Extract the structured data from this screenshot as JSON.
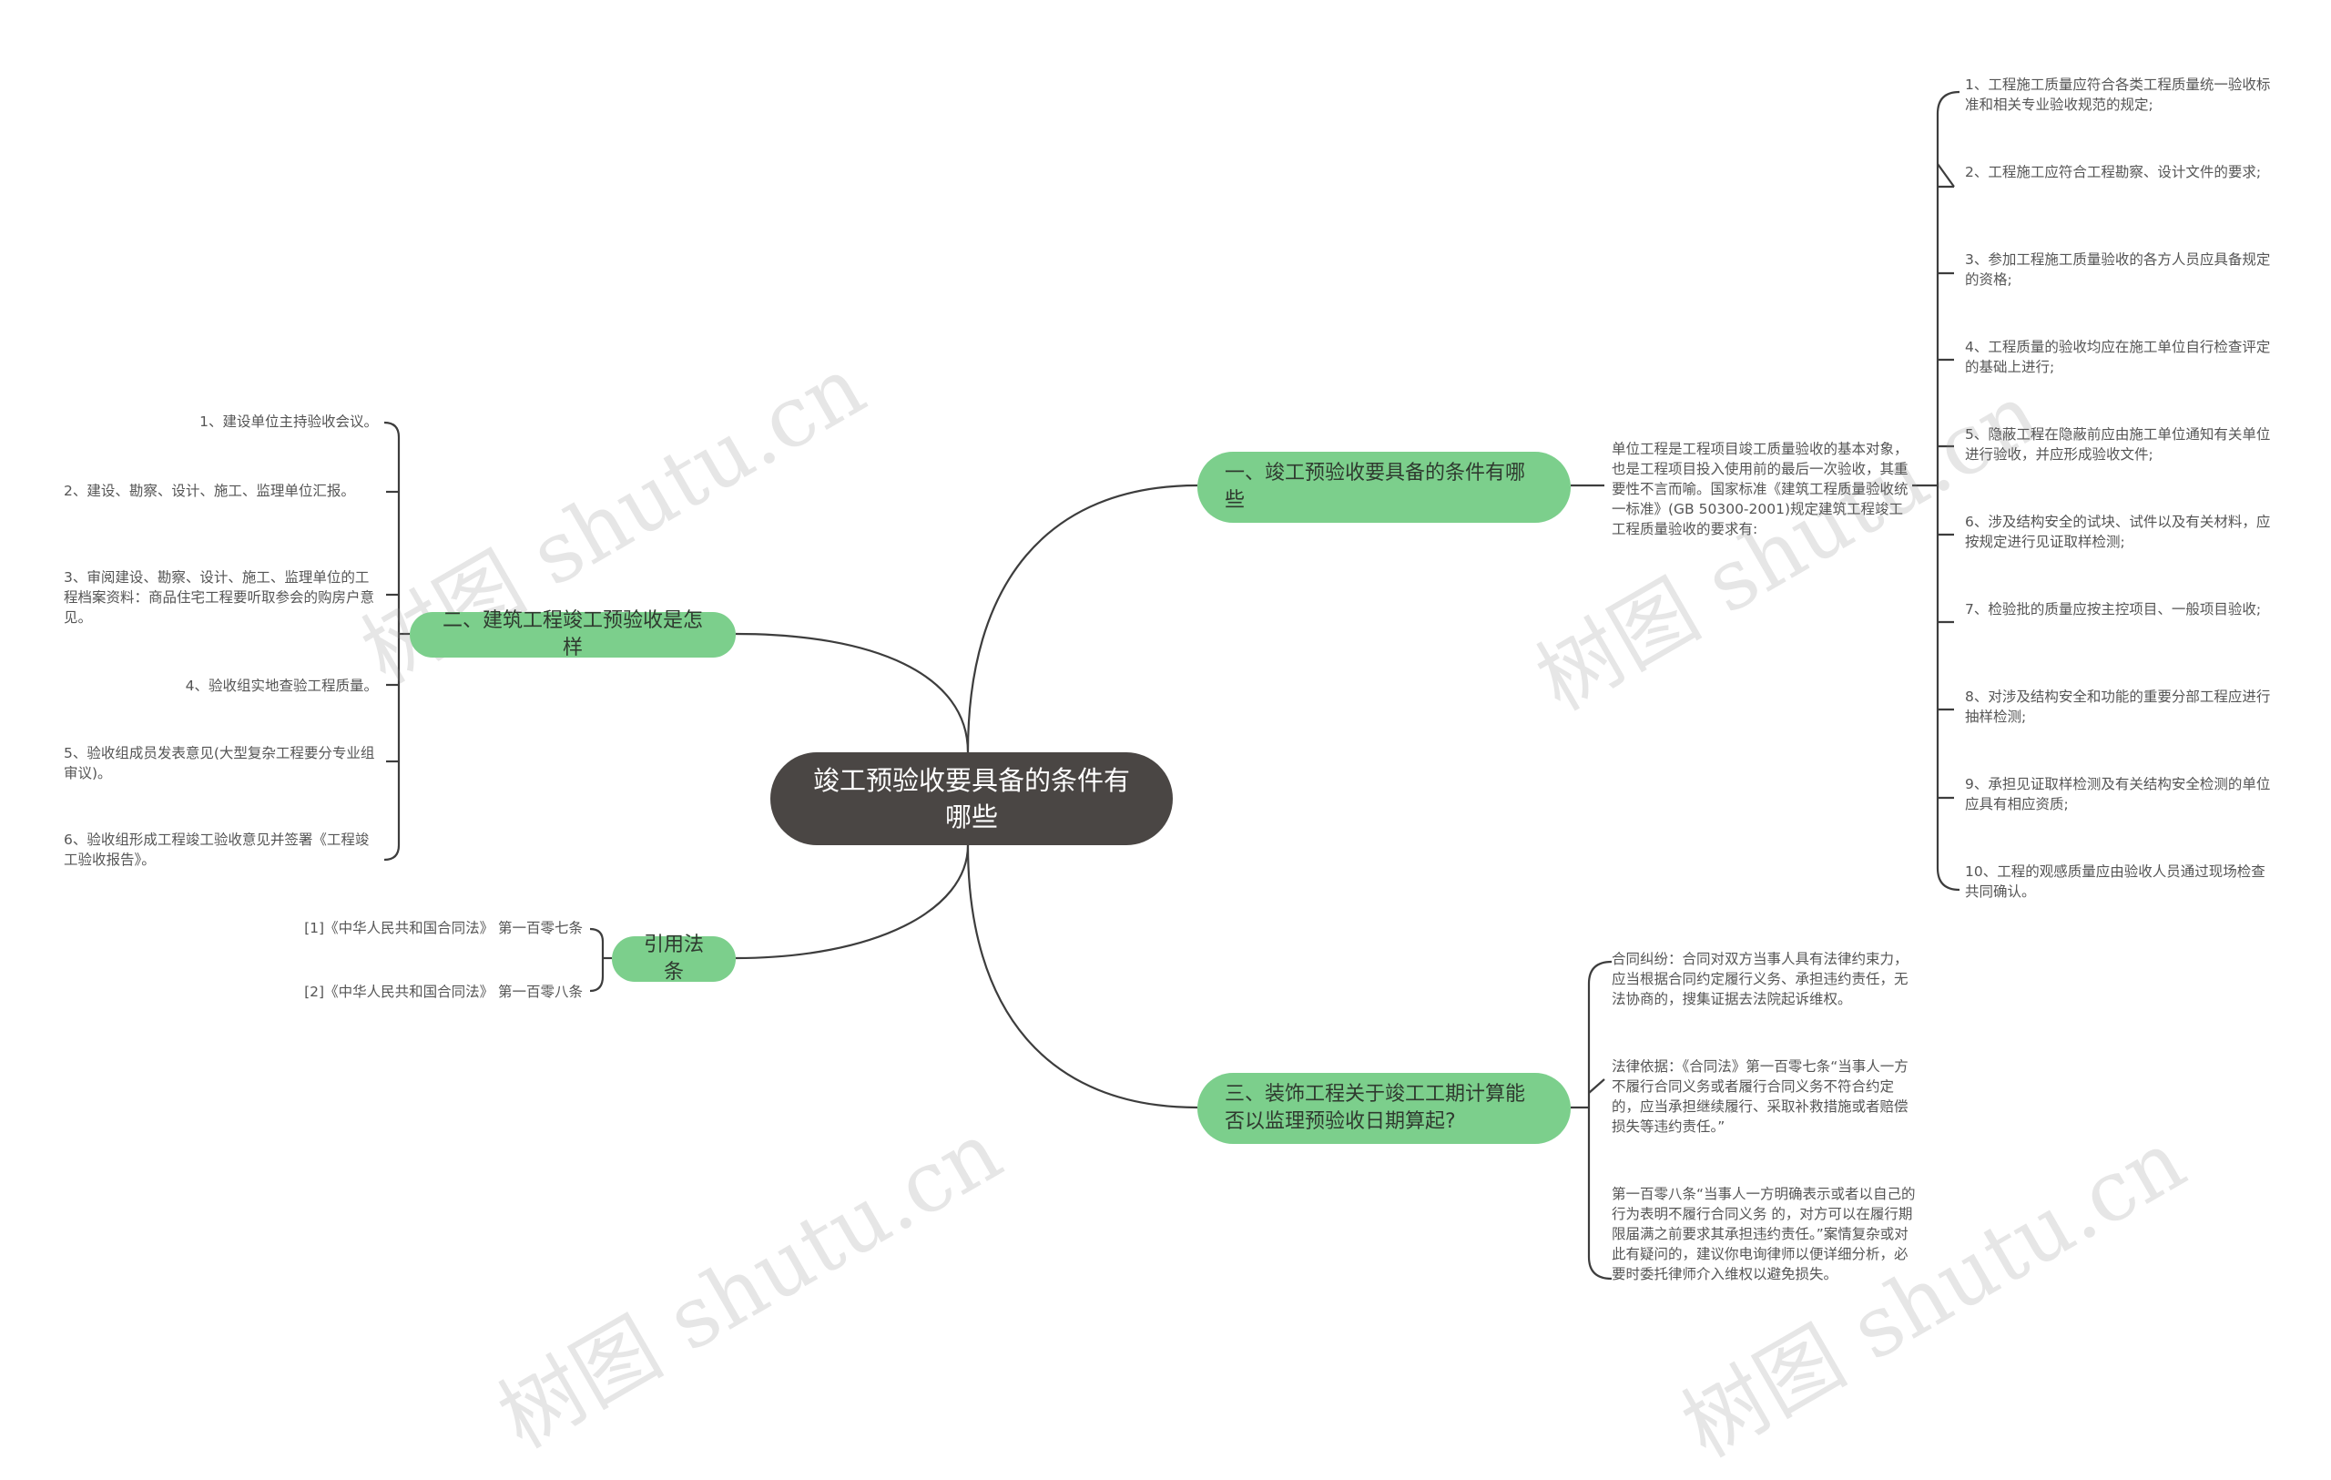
{
  "root": {
    "title": "竣工预验收要具备的条件有哪些"
  },
  "branches": {
    "b1": {
      "title": "一、竣工预验收要具备的条件有哪些",
      "intro": "单位工程是工程项目竣工质量验收的基本对象，也是工程项目投入使用前的最后一次验收，其重要性不言而喻。国家标准《建筑工程质量验收统一标准》(GB 50300-2001)规定建筑工程竣工工程质量验收的要求有:",
      "items": [
        "1、工程施工质量应符合各类工程质量统一验收标准和相关专业验收规范的规定;",
        "2、工程施工应符合工程勘察、设计文件的要求;",
        "3、参加工程施工质量验收的各方人员应具备规定的资格;",
        "4、工程质量的验收均应在施工单位自行检查评定的基础上进行;",
        "5、隐蔽工程在隐蔽前应由施工单位通知有关单位进行验收，并应形成验收文件;",
        "6、涉及结构安全的试块、试件以及有关材料，应按规定进行见证取样检测;",
        "7、检验批的质量应按主控项目、一般项目验收;",
        "8、对涉及结构安全和功能的重要分部工程应进行抽样检测;",
        "9、承担见证取样检测及有关结构安全检测的单位应具有相应资质;",
        "10、工程的观感质量应由验收人员通过现场检查共同确认。"
      ]
    },
    "b2": {
      "title": "二、建筑工程竣工预验收是怎样",
      "items": [
        "1、建设单位主持验收会议。",
        "2、建设、勘察、设计、施工、监理单位汇报。",
        "3、审阅建设、勘察、设计、施工、监理单位的工程档案资料：商品住宅工程要听取参会的购房户意见。",
        "4、验收组实地查验工程质量。",
        "5、验收组成员发表意见(大型复杂工程要分专业组审议)。",
        "6、验收组形成工程竣工验收意见并签署《工程竣工验收报告》。"
      ]
    },
    "b3": {
      "title": "三、装饰工程关于竣工工期计算能否以监理预验收日期算起?",
      "items": [
        "合同纠纷：合同对双方当事人具有法律约束力，应当根据合同约定履行义务、承担违约责任，无法协商的，搜集证据去法院起诉维权。",
        "法律依据：《合同法》第一百零七条“当事人一方不履行合同义务或者履行合同义务不符合约定的，应当承担继续履行、采取补救措施或者赔偿损失等违约责任。”",
        "第一百零八条“当事人一方明确表示或者以自己的行为表明不履行合同义务 的，对方可以在履行期限届满之前要求其承担违约责任。”案情复杂或对此有疑问的，建议你电询律师以便详细分析，必要时委托律师介入维权以避免损失。"
      ]
    },
    "b4": {
      "title": "引用法条",
      "items": [
        "[1]《中华人民共和国合同法》 第一百零七条",
        "[2]《中华人民共和国合同法》 第一百零八条"
      ]
    }
  },
  "watermark": "树图 shutu.cn",
  "colors": {
    "root": "#4a4644",
    "branch": "#7ccf8c",
    "line": "#3d3d3d",
    "text": "#555555"
  }
}
